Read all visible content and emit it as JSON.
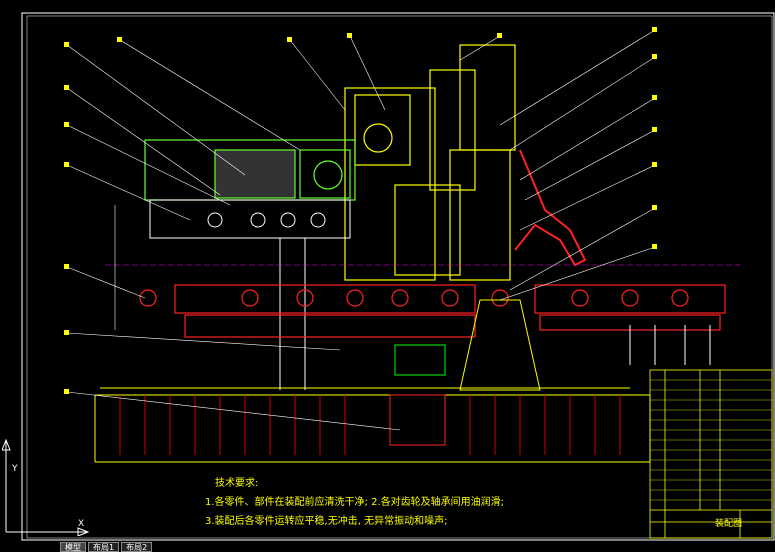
{
  "drawing": {
    "notes_title": "技术要求:",
    "note_line_1": "1.各零件、部件在装配前应清洗干净; 2.各对齿轮及轴承间用油润滑;",
    "note_line_2": "3.装配后各零件运转应平稳,无冲击, 无异常振动和噪声;",
    "title_block_label": "装配图"
  },
  "axis": {
    "x_label": "X",
    "y_label": "Y"
  },
  "tabs": [
    {
      "label": "模型"
    },
    {
      "label": "布局1"
    },
    {
      "label": "布局2"
    }
  ],
  "colors": {
    "background": "#000000",
    "primary_line": "#ffff00",
    "accent_red": "#ff0000",
    "leader_white": "#ffffff",
    "green": "#00ff00",
    "cyan": "#00ffff",
    "magenta": "#ff00ff"
  }
}
